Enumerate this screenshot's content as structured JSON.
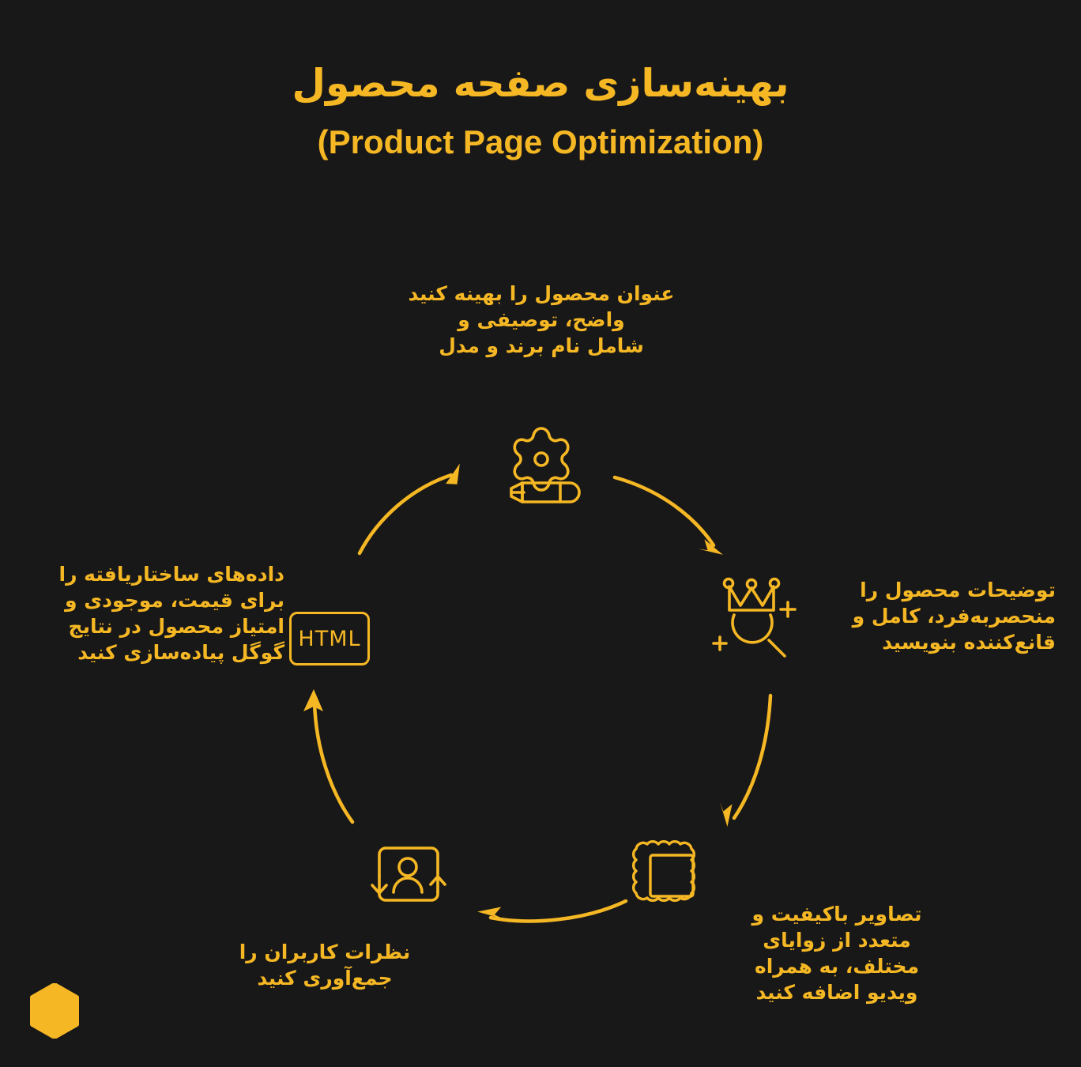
{
  "theme": {
    "background": "#191818",
    "accent": "#F5B824"
  },
  "header": {
    "title_fa": "بهینه‌سازی صفحه محصول",
    "title_en": "(Product Page Optimization)"
  },
  "diagram": {
    "type": "cycle",
    "direction": "clockwise",
    "steps": [
      {
        "id": "title",
        "position": "top",
        "icon": "gear-highlighter-icon",
        "label": "عنوان محصول را بهینه کنید\nواضح، توصیفی و\nشامل نام برند و مدل"
      },
      {
        "id": "description",
        "position": "right",
        "icon": "crown-magnifier-icon",
        "label": "توضیحات محصول را منحصربه‌فرد، کامل و قانع‌کننده بنویسید"
      },
      {
        "id": "images",
        "position": "bottom-right",
        "icon": "picture-frame-icon",
        "label": "تصاویر باکیفیت  و متعدد از زوایای مختلف، به همراه ویدیو اضافه کنید"
      },
      {
        "id": "reviews",
        "position": "bottom-left",
        "icon": "user-feedback-loop-icon",
        "label": "نظرات کاربران را جمع‌آوری کنید"
      },
      {
        "id": "schema",
        "position": "left",
        "icon": "html-badge-icon",
        "icon_text": "HTML",
        "label": "داده‌های ساختاریافته را برای قیمت، موجودی و امتیاز محصول در نتایج گوگل پیاده‌سازی کنید"
      }
    ]
  },
  "logo": {
    "shape": "hexagon",
    "color": "#F5B824"
  }
}
